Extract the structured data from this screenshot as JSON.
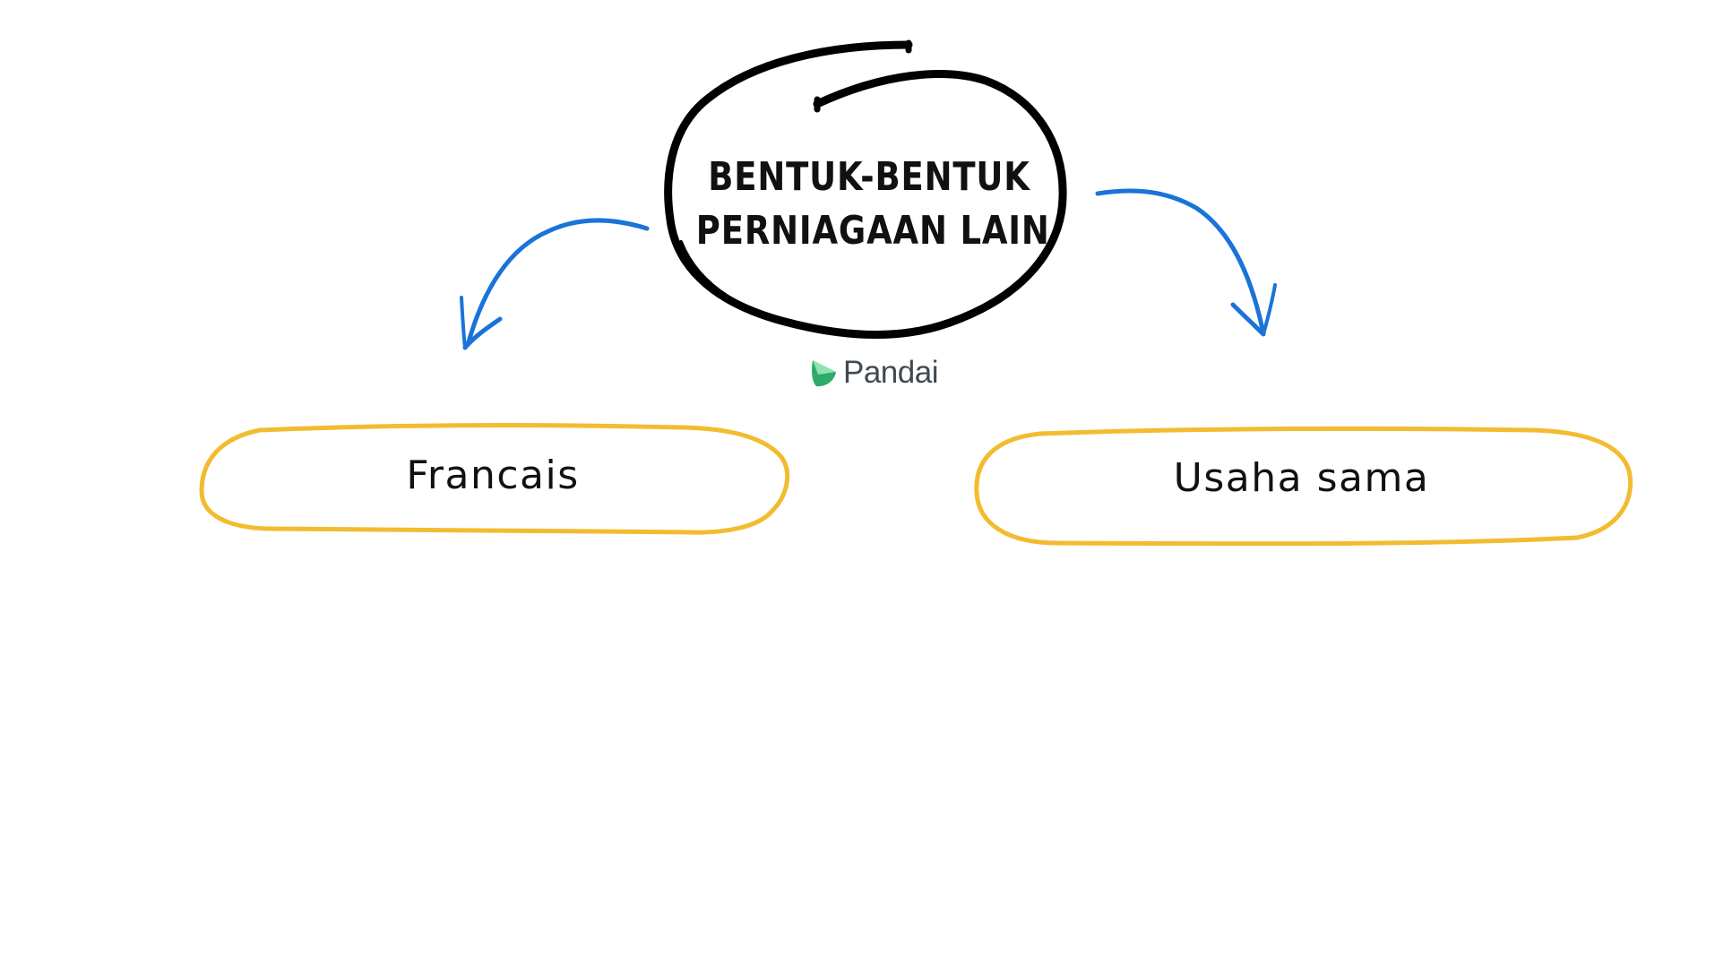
{
  "diagram": {
    "title_lines": [
      "BENTUK-BENTUK",
      "PERNIAGAAN LAIN"
    ],
    "nodes": [
      {
        "label": "Francais"
      },
      {
        "label": "Usaha sama"
      }
    ],
    "logo": {
      "text": "Pandai",
      "icon": "pandai-leaf-icon"
    },
    "colors": {
      "title_circle": "#000000",
      "arrows": "#1a73d9",
      "node_outline": "#f2bc31",
      "text": "#111111",
      "logo_leaf_light": "#8fe3b0",
      "logo_leaf_dark": "#2eaa6a",
      "logo_text": "#3f4a52"
    }
  }
}
